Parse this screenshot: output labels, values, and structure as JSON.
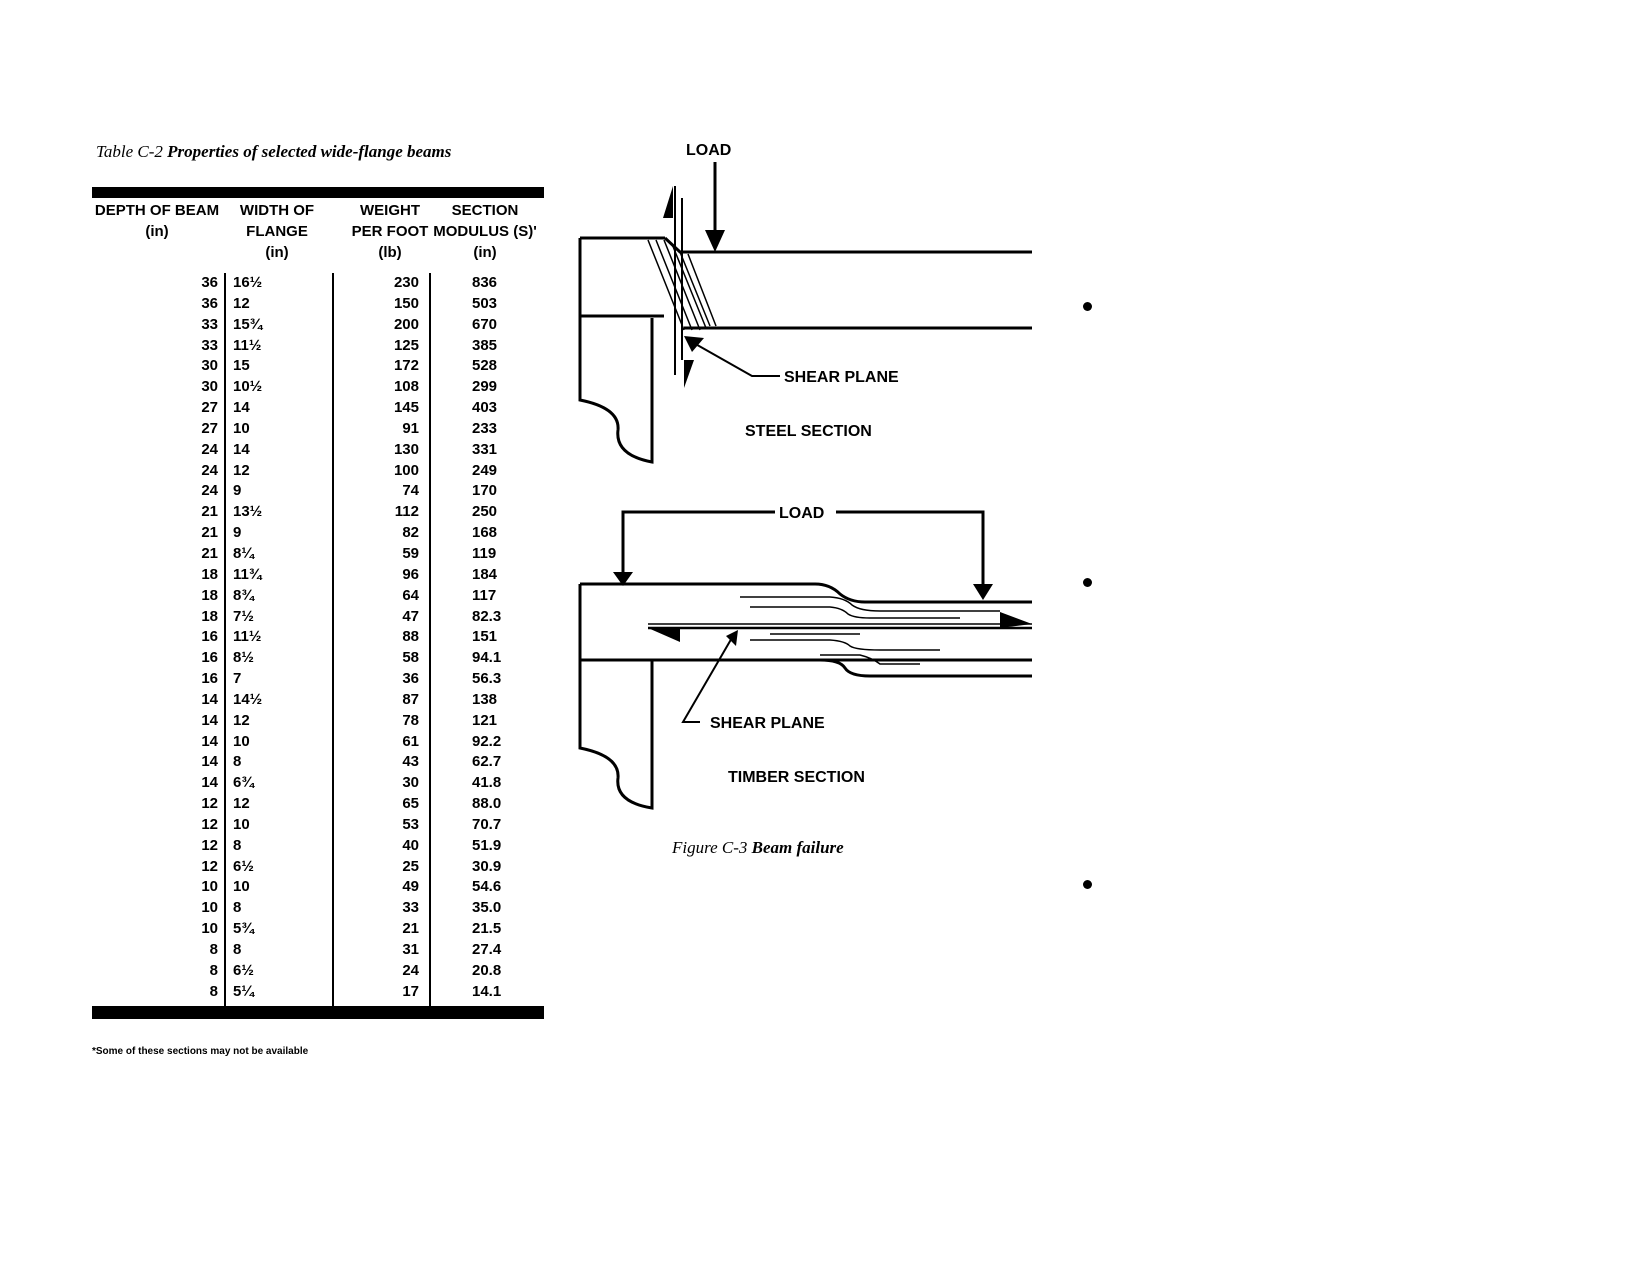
{
  "table": {
    "title_prefix": "Table C-2 ",
    "title_main": "Properties of selected wide-flange beams",
    "headers": [
      "DEPTH OF BEAM\n(in)",
      "WIDTH OF\nFLANGE\n(in)",
      "WEIGHT\nPER FOOT\n(lb)",
      "SECTION\nMODULUS (S)'\n(in)"
    ],
    "rows": [
      [
        "36",
        "16½",
        "230",
        "836"
      ],
      [
        "36",
        "12",
        "150",
        "503"
      ],
      [
        "33",
        "15¾",
        "200",
        "670"
      ],
      [
        "33",
        "11½",
        "125",
        "385"
      ],
      [
        "30",
        "15",
        "172",
        "528"
      ],
      [
        "30",
        "10½",
        "108",
        "299"
      ],
      [
        "27",
        "14",
        "145",
        "403"
      ],
      [
        "27",
        "10",
        "91",
        "233"
      ],
      [
        "24",
        "14",
        "130",
        "331"
      ],
      [
        "24",
        "12",
        "100",
        "249"
      ],
      [
        "24",
        "9",
        "74",
        "170"
      ],
      [
        "21",
        "13½",
        "112",
        "250"
      ],
      [
        "21",
        "9",
        "82",
        "168"
      ],
      [
        "21",
        "8¼",
        "59",
        "119"
      ],
      [
        "18",
        "11¾",
        "96",
        "184"
      ],
      [
        "18",
        "8¾",
        "64",
        "117"
      ],
      [
        "18",
        "7½",
        "47",
        "82.3"
      ],
      [
        "16",
        "11½",
        "88",
        "151"
      ],
      [
        "16",
        "8½",
        "58",
        "94.1"
      ],
      [
        "16",
        "7",
        "36",
        "56.3"
      ],
      [
        "14",
        "14½",
        "87",
        "138"
      ],
      [
        "14",
        "12",
        "78",
        "121"
      ],
      [
        "14",
        "10",
        "61",
        "92.2"
      ],
      [
        "14",
        "8",
        "43",
        "62.7"
      ],
      [
        "14",
        "6¾",
        "30",
        "41.8"
      ],
      [
        "12",
        "12",
        "65",
        "88.0"
      ],
      [
        "12",
        "10",
        "53",
        "70.7"
      ],
      [
        "12",
        "8",
        "40",
        "51.9"
      ],
      [
        "12",
        "6½",
        "25",
        "30.9"
      ],
      [
        "10",
        "10",
        "49",
        "54.6"
      ],
      [
        "10",
        "8",
        "33",
        "35.0"
      ],
      [
        "10",
        "5¾",
        "21",
        "21.5"
      ],
      [
        "8",
        "8",
        "31",
        "27.4"
      ],
      [
        "8",
        "6½",
        "24",
        "20.8"
      ],
      [
        "8",
        "5¼",
        "17",
        "14.1"
      ]
    ],
    "footnote": "*Some of these sections may not be available"
  },
  "figure": {
    "steel_load": "LOAD",
    "steel_shear": "SHEAR PLANE",
    "steel_label": "STEEL SECTION",
    "timber_load": "LOAD",
    "timber_shear": "SHEAR PLANE",
    "timber_label": "TIMBER SECTION",
    "caption_prefix": "Figure C-3 ",
    "caption_main": "Beam failure"
  }
}
